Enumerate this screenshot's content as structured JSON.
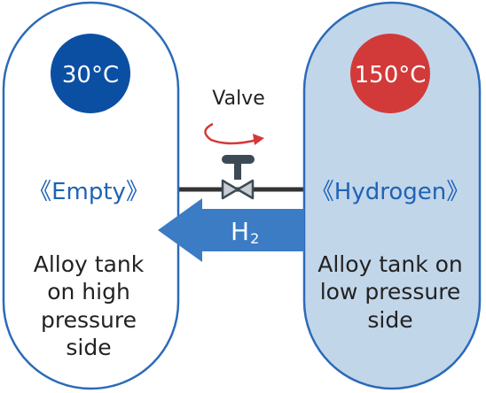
{
  "left_tank": {
    "temperature": "30°C",
    "state": "《Empty》",
    "desc_line1": "Alloy tank",
    "desc_line2": "on high",
    "desc_line3": "pressure",
    "desc_line4": "side"
  },
  "right_tank": {
    "temperature": "150°C",
    "state": "《Hydrogen》",
    "desc_line1": "Alloy tank on",
    "desc_line2": "low pressure",
    "desc_line3": "side"
  },
  "valve": {
    "label": "Valve"
  },
  "flow": {
    "label": "H",
    "subscript": "2"
  },
  "colors": {
    "blue_dark": "#0b4fa3",
    "blue_text": "#1e63b5",
    "red": "#d23a3a",
    "tank_fill_right": "#c2d6ea",
    "tank_outline": "#2b6bb8",
    "arrow": "#3b7cc4",
    "pipe": "#333333",
    "valve_gray": "#3c4a55"
  }
}
